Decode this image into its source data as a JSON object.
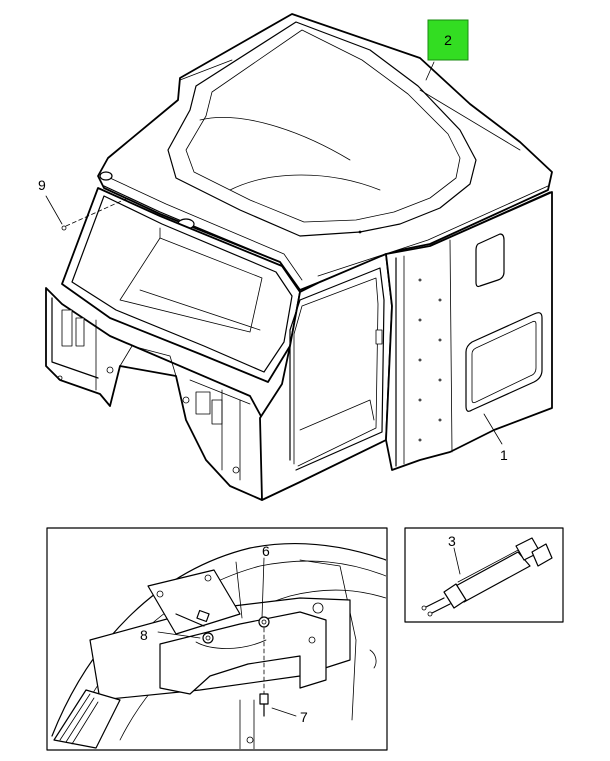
{
  "callouts": {
    "c1": "1",
    "c2": "2",
    "c3": "3",
    "c6": "6",
    "c7": "7",
    "c8": "8",
    "c9": "9"
  },
  "colors": {
    "highlight": "#33dd22",
    "highlight_border": "#1a8a10",
    "line": "#000000",
    "background": "#ffffff"
  }
}
